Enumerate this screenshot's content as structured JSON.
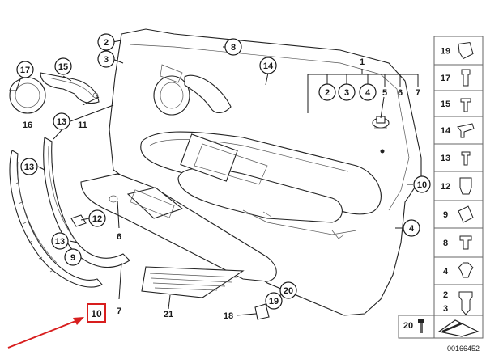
{
  "diagram": {
    "callouts": {
      "c2": "2",
      "c3": "3",
      "c8": "8",
      "c14": "14",
      "c17": "17",
      "c15": "15",
      "c16": "16",
      "c13a": "13",
      "c11": "11",
      "c13b": "13",
      "c12": "12",
      "c6": "6",
      "c13c": "13",
      "c9": "9",
      "c7": "7",
      "c10": "10",
      "c21": "21",
      "c18": "18",
      "c19": "19",
      "c20": "20",
      "c10r": "10",
      "c4r": "4",
      "c1": "1",
      "c1_2": "2",
      "c1_3": "3",
      "c1_4": "4",
      "c1_5": "5",
      "c1_6": "6",
      "c1_7": "7"
    },
    "legend": [
      "19",
      "17",
      "15",
      "14",
      "13",
      "12",
      "9",
      "8",
      "4",
      "2",
      "3",
      "20"
    ],
    "diagram_id": "00166452",
    "highlight_color": "#d81e1e"
  }
}
